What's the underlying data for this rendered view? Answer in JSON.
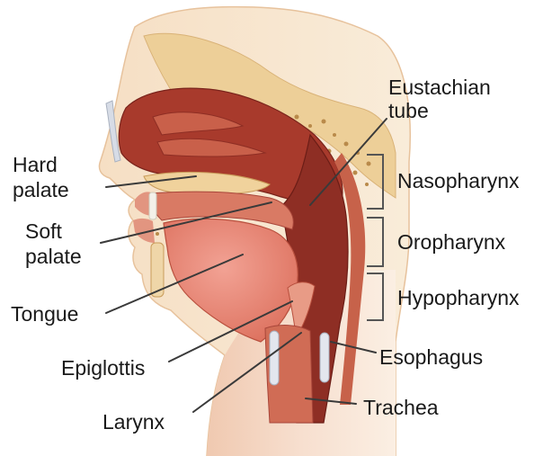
{
  "labels": {
    "eustachian_tube": [
      "Eustachian",
      "tube"
    ],
    "hard_palate": [
      "Hard",
      "palate"
    ],
    "soft_palate": [
      "Soft",
      "palate"
    ],
    "tongue": "Tongue",
    "epiglottis": "Epiglottis",
    "larynx": "Larynx",
    "nasopharynx": "Nasopharynx",
    "oropharynx": "Oropharynx",
    "hypopharynx": "Hypopharynx",
    "esophagus": "Esophagus",
    "trachea": "Trachea"
  },
  "colors": {
    "skin": "#f3d7b6",
    "muscle": "#c2583e",
    "dark_cavity": "#8e2e24",
    "bone": "#e9c98e",
    "cartilage": "#dfe3ea",
    "leader_line": "#3a3a3a"
  }
}
